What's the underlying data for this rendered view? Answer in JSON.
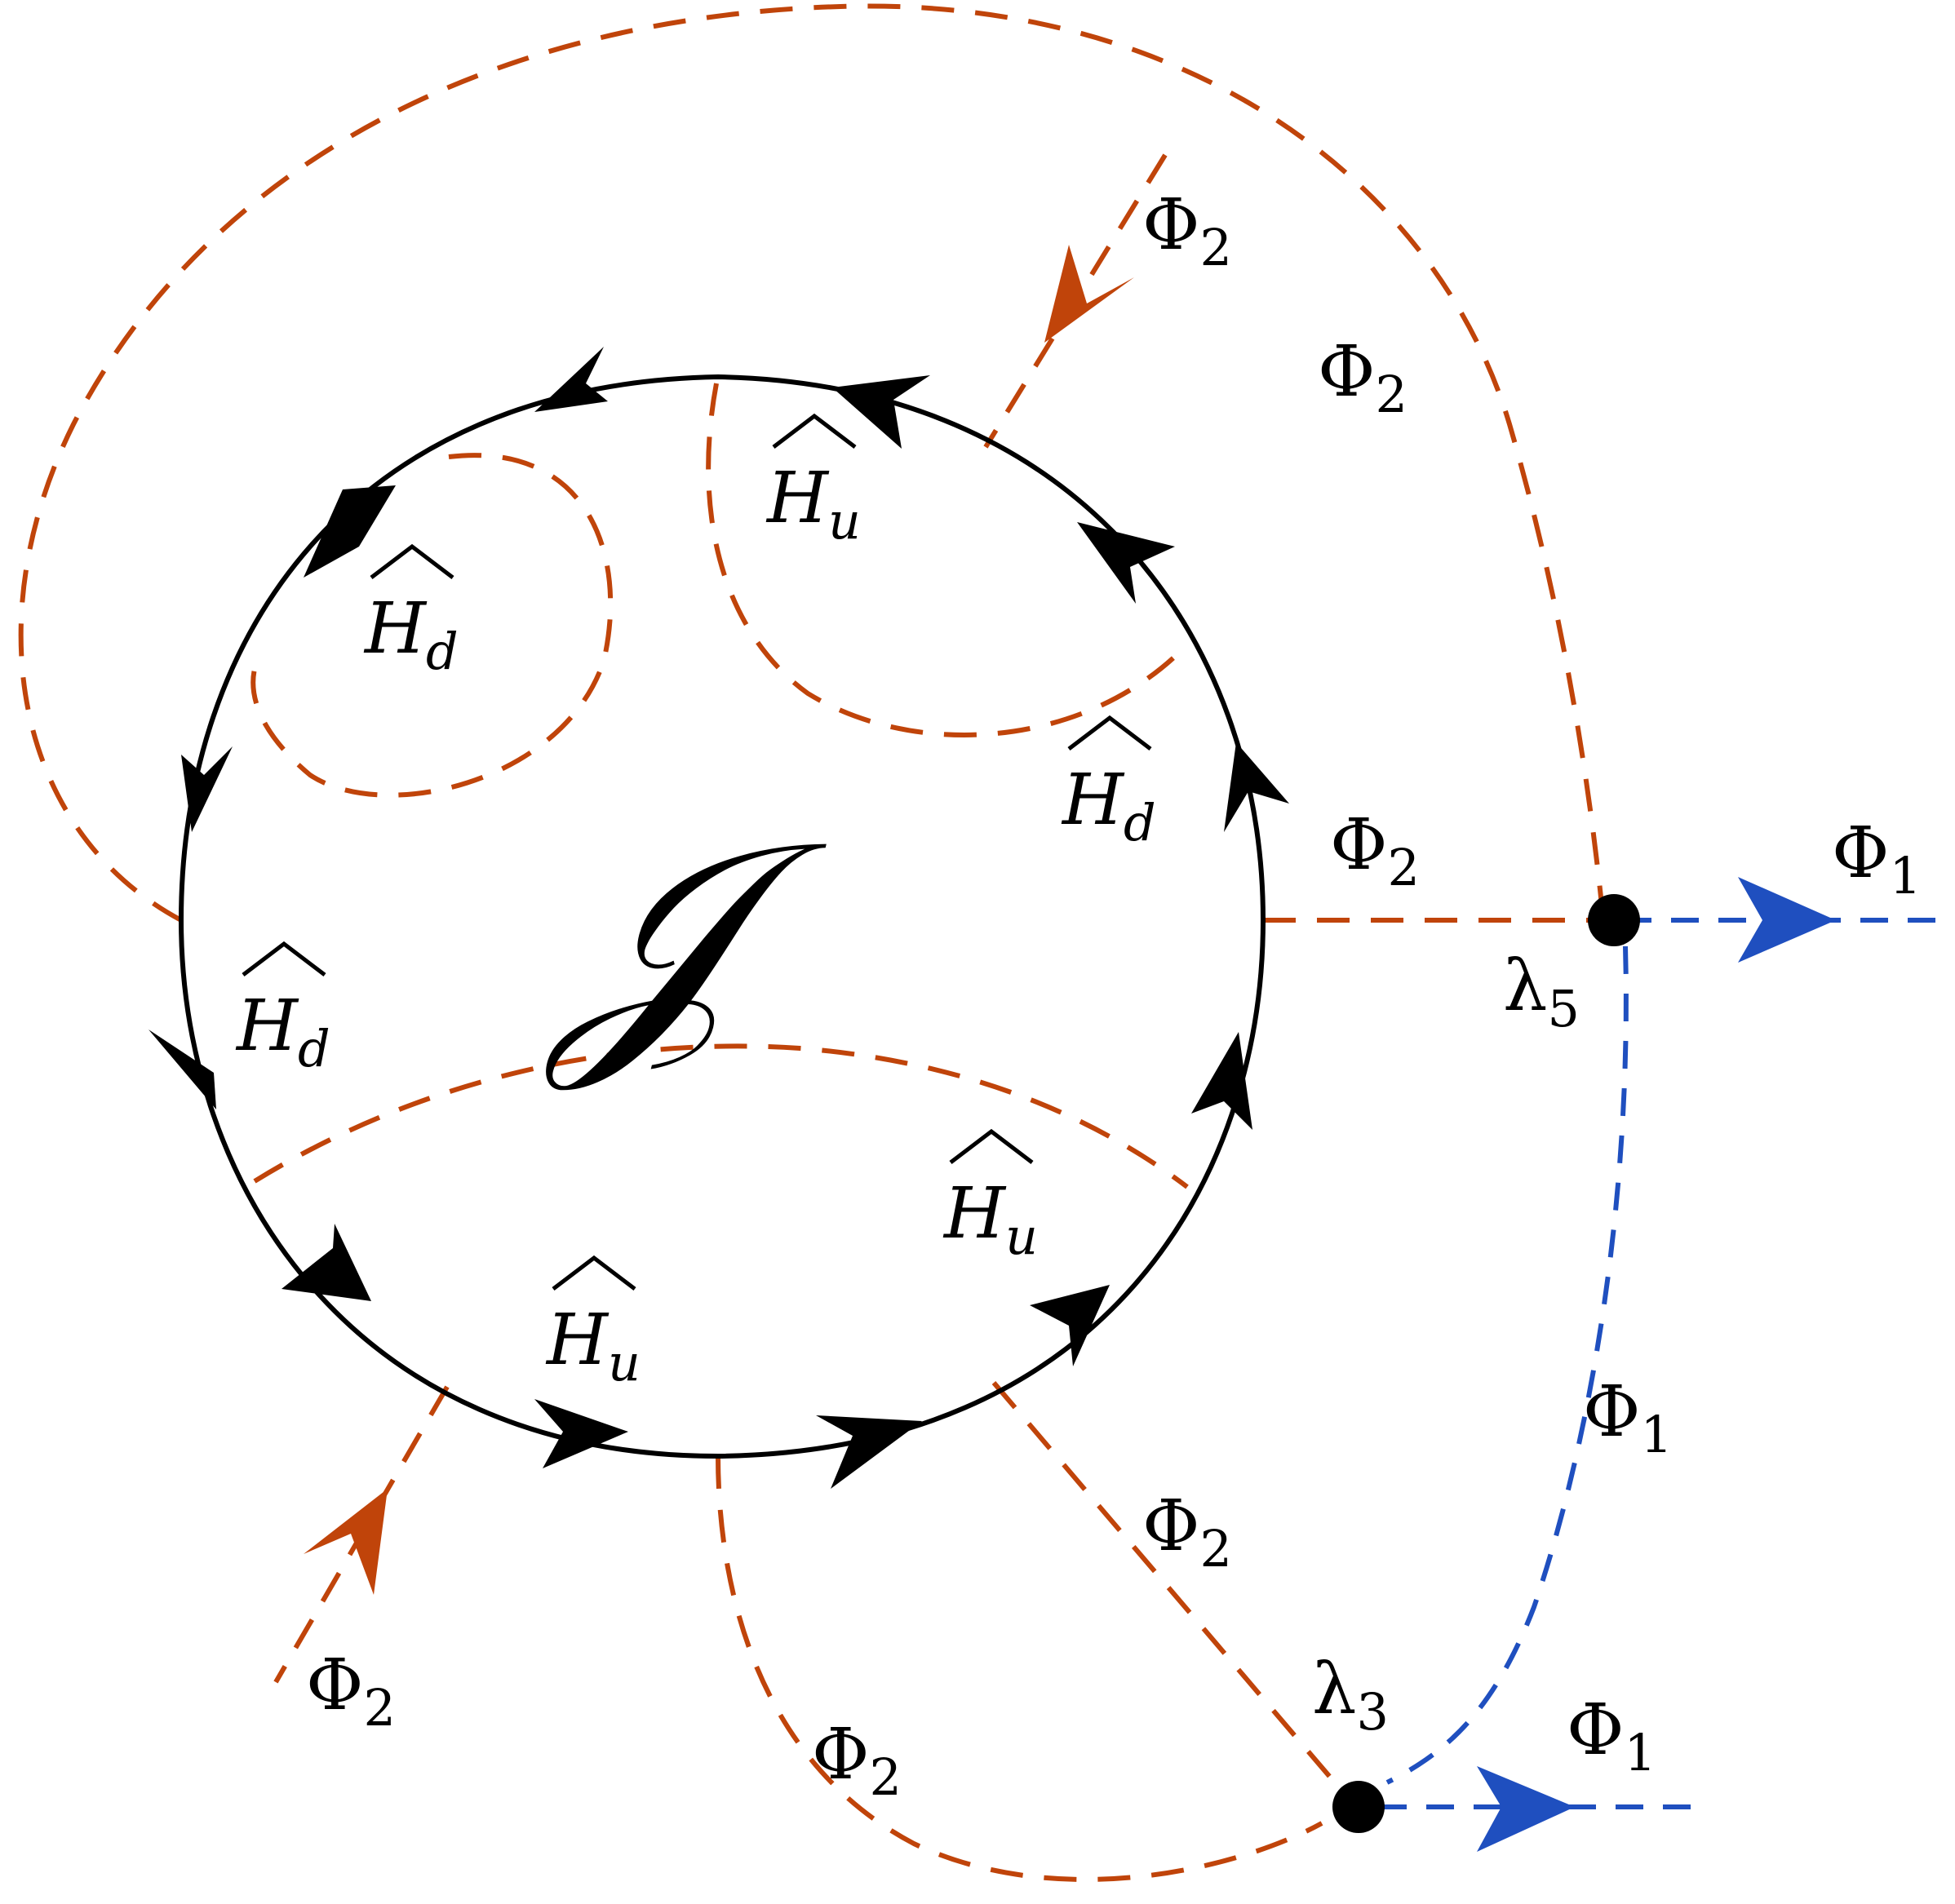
{
  "colors": {
    "phi1": "#1f4fbf",
    "phi2": "#c0440a",
    "line": "#000000",
    "background": "#ffffff"
  },
  "center_label": "𝒥",
  "phi_letter": "Φ",
  "phi1_sub": "1",
  "phi2_sub": "2",
  "lambda_letter": "λ",
  "lambda3_sub": "3",
  "lambda5_sub": "5",
  "hu_letter": "H",
  "hu_sub": "u",
  "hd_letter": "H",
  "hd_sub": "d"
}
